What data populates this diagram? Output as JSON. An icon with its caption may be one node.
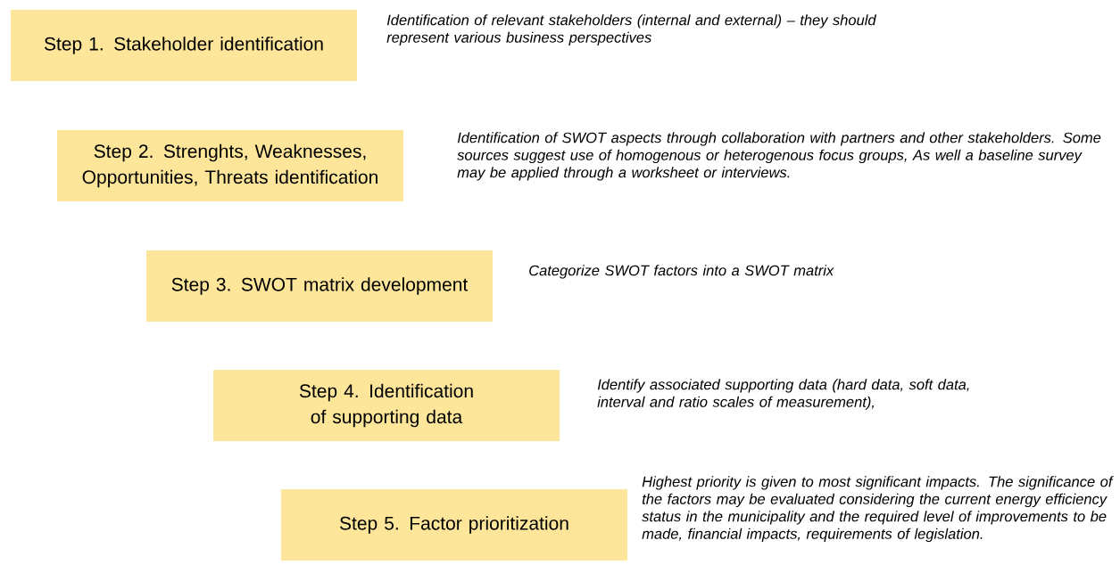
{
  "diagram": {
    "nodes": [
      {
        "text": [
          "Step 1. Stakeholder identification"
        ],
        "beside": [
          "Identification of relevant stakeholders (internal and external) – they should represent various business perspectives"
        ]
      },
      {
        "text": [
          "Step 2. Strenghts, Weaknesses, Opportunities, Threats identification"
        ],
        "beside": [
          "Identification of SWOT aspects through collaboration with partners and other stakeholders. Some sources suggest use of homogenous or heterogenous focus groups, As well a baseline survey may be applied through a worksheet or interviews."
        ]
      },
      {
        "text": [
          "Step 3. SWOT matrix development"
        ],
        "beside": [
          "Categorize SWOT factors into a SWOT matrix"
        ]
      },
      {
        "text": [
          "Step 4. Identification of supporting data"
        ],
        "beside": [
          "Identify associated supporting data (hard data, soft data, interval and ratio scales of measurement),"
        ]
      },
      {
        "text": [
          "Step 5. Factor prioritization"
        ],
        "beside": [
          "Highest priority is given to most significant impacts. The significance of the factors may be evaluated considering the current energy efficiency status in the municipality and the required level of improvements to be made, financial impacts, requirements of legislation."
        ]
      }
    ]
  }
}
